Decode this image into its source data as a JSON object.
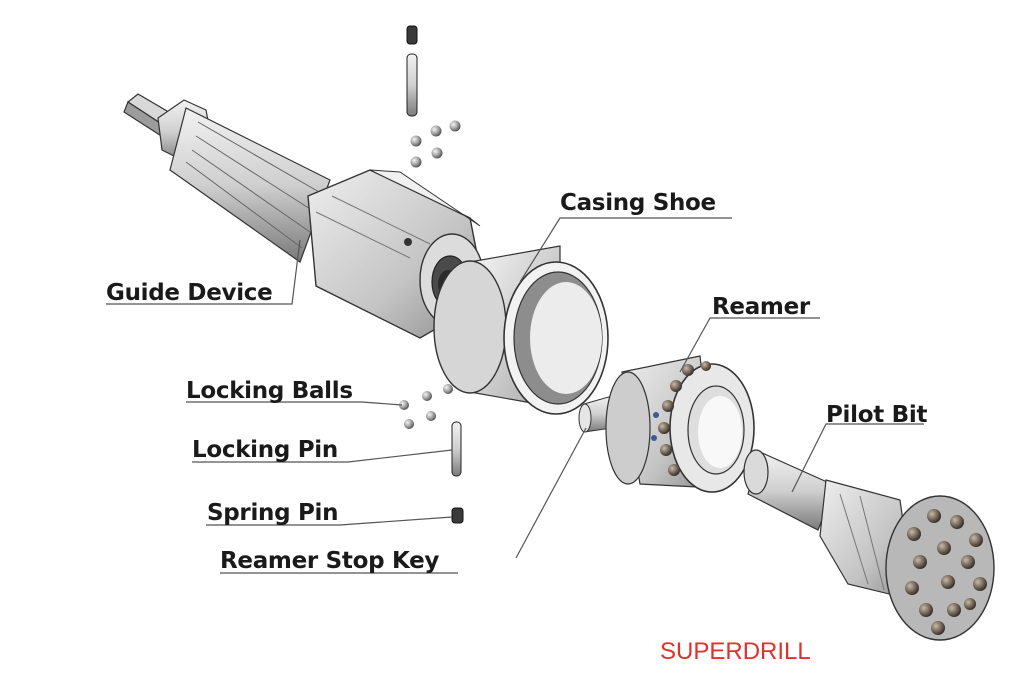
{
  "labels": {
    "casing_shoe": "Casing Shoe",
    "guide_device": "Guide Device",
    "reamer": "Reamer",
    "pilot_bit": "Pilot Bit",
    "locking_balls": "Locking Balls",
    "locking_pin": "Locking Pin",
    "spring_pin": "Spring Pin",
    "reamer_stop_key": "Reamer Stop Key"
  },
  "brand": "SUPERDRILL",
  "colors": {
    "label_text": "#1a1a1a",
    "leader_line": "#555555",
    "metal_light": "#e4e4e4",
    "metal_mid": "#bdbdbd",
    "metal_dark": "#5a5a5a",
    "brand_red": "#e0322b"
  }
}
